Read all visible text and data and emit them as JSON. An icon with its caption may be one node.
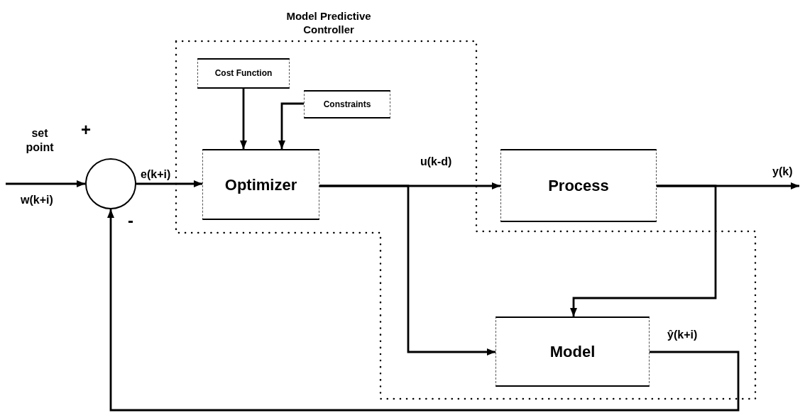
{
  "diagram": {
    "nodes": [
      {
        "text": [
          "Model Predictive Controller"
        ]
      },
      {
        "text": [
          "Cost Function"
        ],
        "in": 0
      },
      {
        "text": [
          "Constraints"
        ],
        "in": 0
      },
      {
        "text": [],
        "shape": "circle"
      },
      {
        "text": [
          "Optimizer"
        ],
        "in": 0
      },
      {
        "text": [
          "Process"
        ]
      },
      {
        "text": [
          "Model"
        ],
        "in": 0
      }
    ],
    "edges": [
      {
        "from": null,
        "to": 3,
        "arrow": "to"
      },
      {
        "from": 3,
        "to": 4,
        "arrow": "to",
        "label": "e(k+i)"
      },
      {
        "from": 1,
        "to": 4,
        "arrow": "to"
      },
      {
        "from": 2,
        "to": 4,
        "arrow": "to"
      },
      {
        "from": 4,
        "to": 5,
        "arrow": "to",
        "label": "u(k-d)"
      },
      {
        "from": 4,
        "to": 6,
        "arrow": "to"
      },
      {
        "from": 5,
        "to": null,
        "arrow": "to",
        "label": "y(k)"
      },
      {
        "from": 5,
        "to": 6,
        "arrow": "to"
      },
      {
        "from": 6,
        "to": 3,
        "arrow": "to",
        "label": "ŷ(k+i)"
      }
    ],
    "labels": [
      "set point",
      "+",
      "w(k+i)",
      "-"
    ]
  }
}
